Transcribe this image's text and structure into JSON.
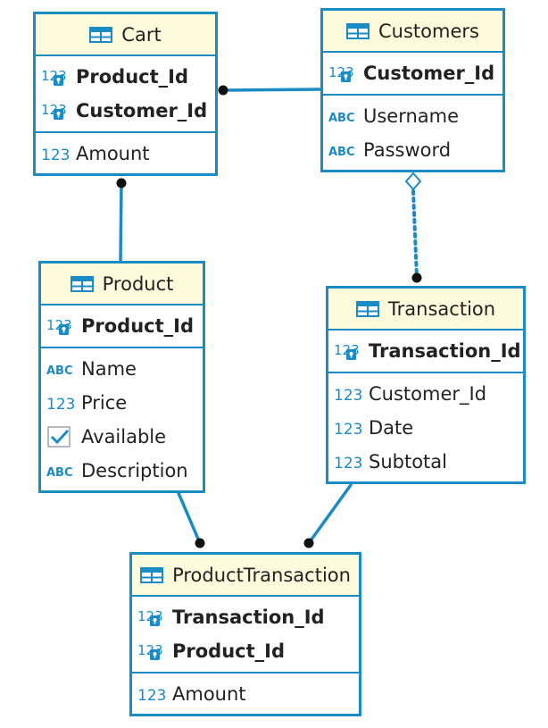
{
  "entities": {
    "cart": {
      "name": "Cart",
      "pk": [
        {
          "name": "Product_Id",
          "type": "numeric"
        },
        {
          "name": "Customer_Id",
          "type": "numeric"
        }
      ],
      "cols": [
        {
          "name": "Amount",
          "type": "numeric"
        }
      ]
    },
    "customers": {
      "name": "Customers",
      "pk": [
        {
          "name": "Customer_Id",
          "type": "numeric"
        }
      ],
      "cols": [
        {
          "name": "Username",
          "type": "text"
        },
        {
          "name": "Password",
          "type": "text"
        }
      ]
    },
    "product": {
      "name": "Product",
      "pk": [
        {
          "name": "Product_Id",
          "type": "numeric"
        }
      ],
      "cols": [
        {
          "name": "Name",
          "type": "text"
        },
        {
          "name": "Price",
          "type": "numeric"
        },
        {
          "name": "Available",
          "type": "boolean"
        },
        {
          "name": "Description",
          "type": "text"
        }
      ]
    },
    "transaction": {
      "name": "Transaction",
      "pk": [
        {
          "name": "Transaction_Id",
          "type": "numeric"
        }
      ],
      "cols": [
        {
          "name": "Customer_Id",
          "type": "numeric"
        },
        {
          "name": "Date",
          "type": "numeric"
        },
        {
          "name": "Subtotal",
          "type": "numeric"
        }
      ]
    },
    "product_transaction": {
      "name": "ProductTransaction",
      "pk": [
        {
          "name": "Transaction_Id",
          "type": "numeric"
        },
        {
          "name": "Product_Id",
          "type": "numeric"
        }
      ],
      "cols": [
        {
          "name": "Amount",
          "type": "numeric"
        }
      ]
    }
  },
  "relationships": [
    {
      "from": "cart",
      "to": "customers",
      "style": "solid"
    },
    {
      "from": "cart",
      "to": "product",
      "style": "solid"
    },
    {
      "from": "customers",
      "to": "transaction",
      "style": "dotted"
    },
    {
      "from": "product",
      "to": "product_transaction",
      "style": "solid"
    },
    {
      "from": "transaction",
      "to": "product_transaction",
      "style": "solid"
    }
  ],
  "colors": {
    "border": "#1b8bc4",
    "header_bg": "#fdfbdb",
    "type_icon": "#1b8bc4",
    "text": "#222222",
    "connector_dot": "#111111"
  },
  "icons": {
    "header": "table-icon",
    "numeric": "numeric-type-icon",
    "primary_key": "primary-key-numeric-icon",
    "text": "text-type-icon",
    "boolean": "checkbox-type-icon"
  }
}
